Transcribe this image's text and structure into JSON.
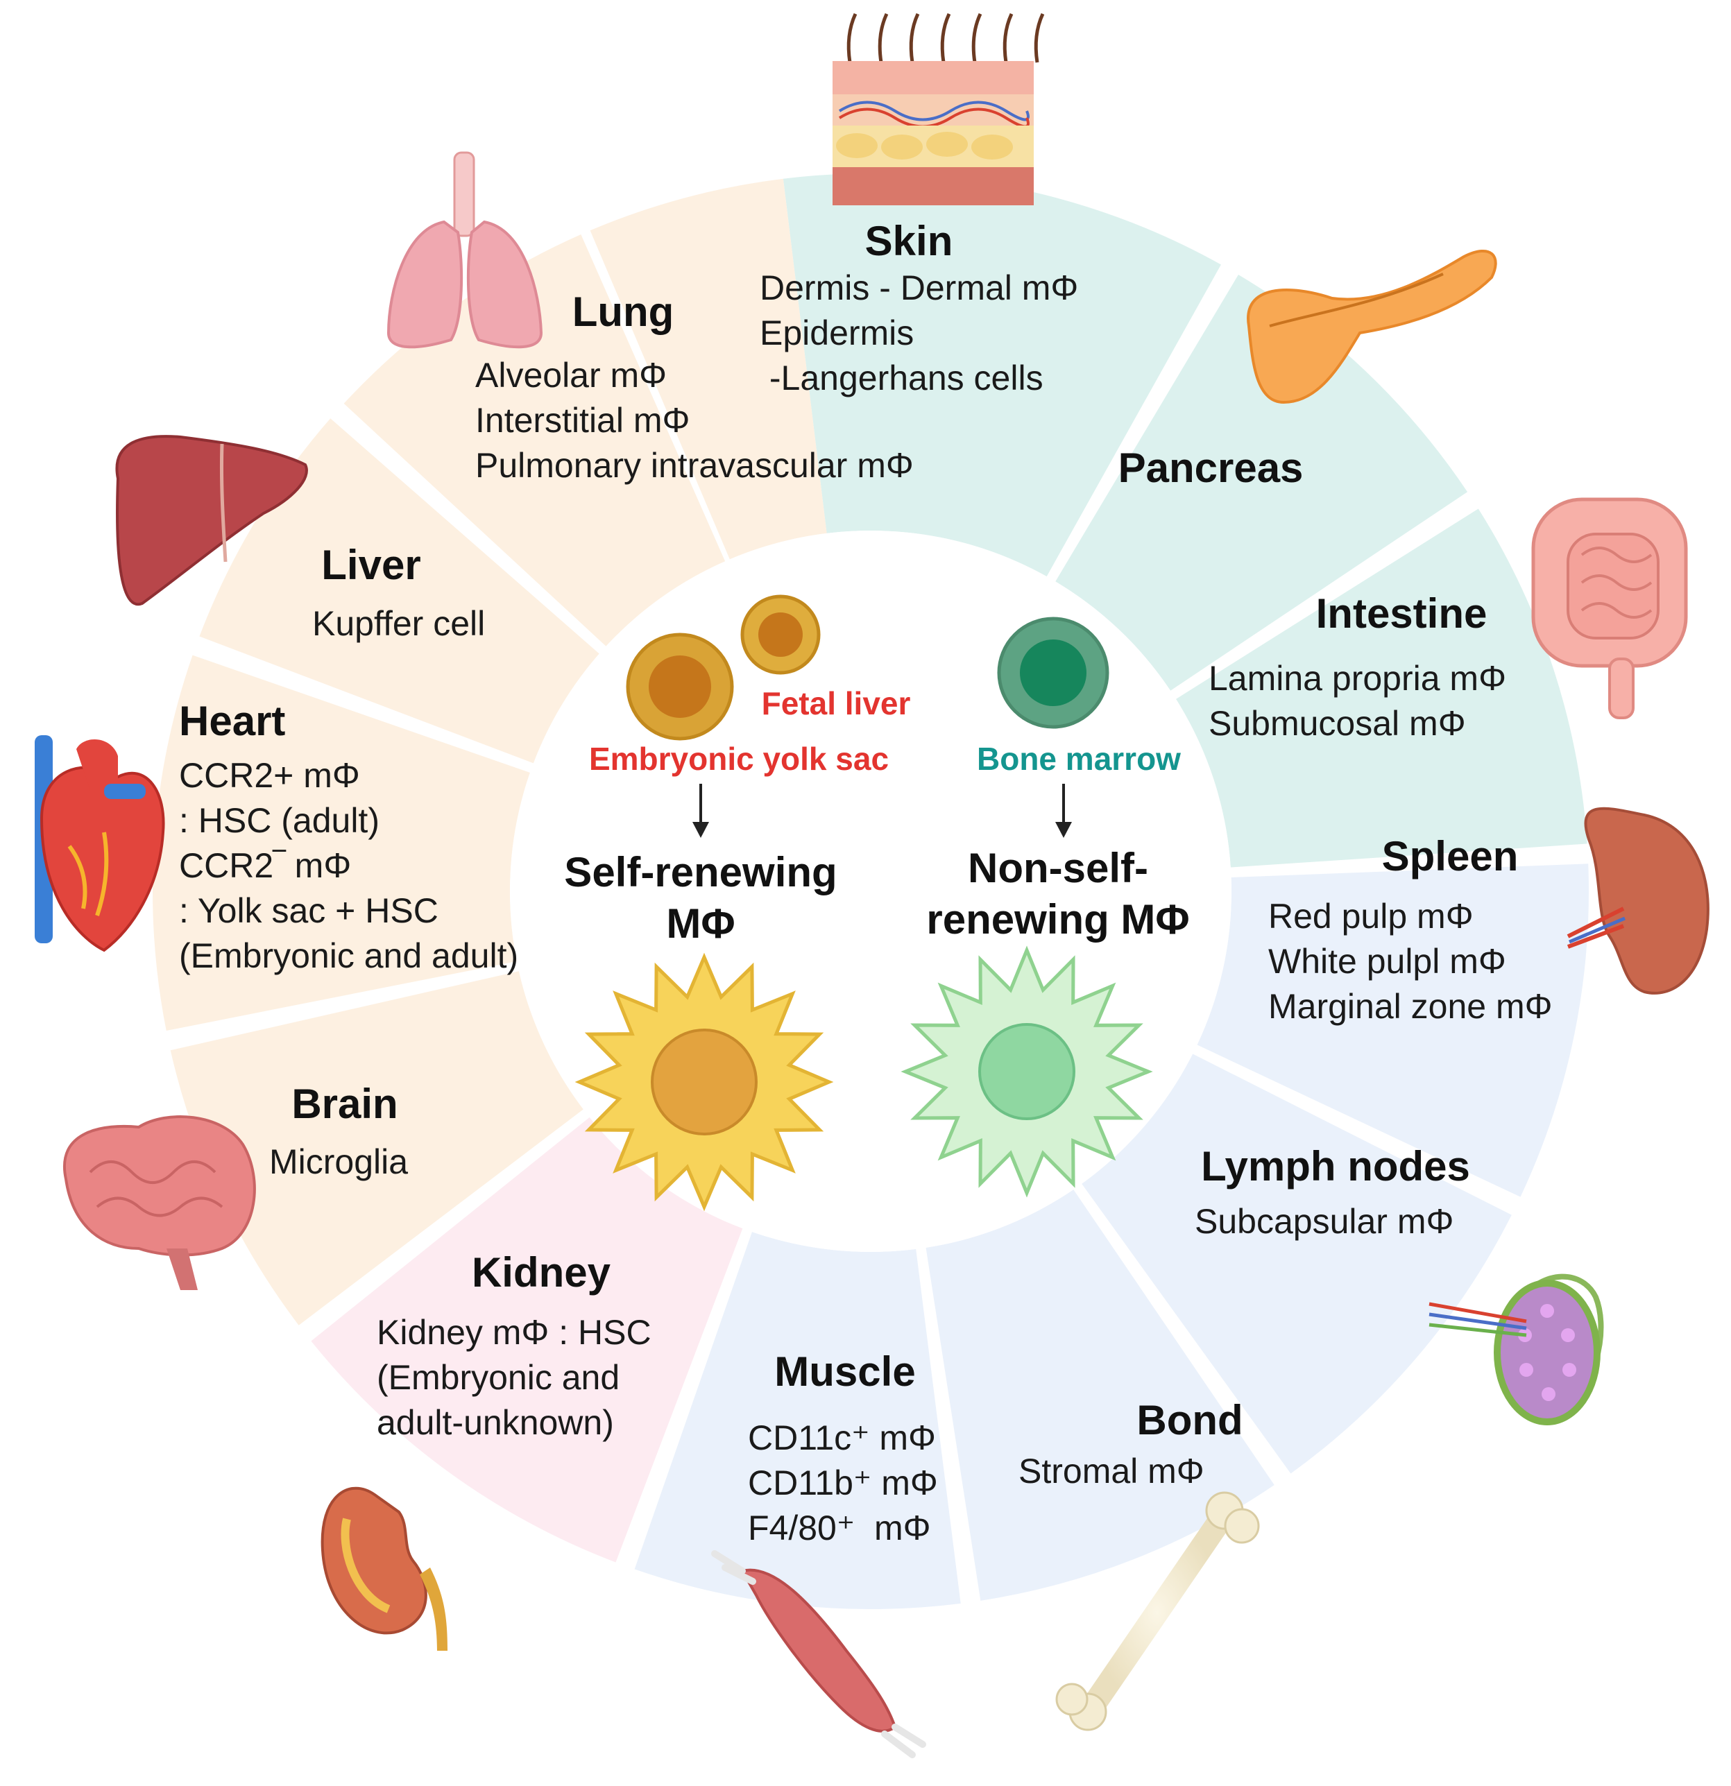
{
  "colors": {
    "embryonic_bg": "#fdf0e1",
    "bone_marrow_bg": "#dcf1ee",
    "blood_bg": "#eaf1fb",
    "kidney_bg": "#fdebf1",
    "red_label": "#e3342f",
    "teal_label": "#14958f",
    "yellow_cell": "#f7d35a",
    "green_cell": "#c9ecc9"
  },
  "center": {
    "fetal_liver": "Fetal liver",
    "yolk_sac": "Embryonic yolk sac",
    "bone_marrow": "Bone marrow",
    "self_renewing_line1": "Self-renewing",
    "self_renewing_line2": "MΦ",
    "non_self_line1": "Non-self-",
    "non_self_line2": "renewing MΦ"
  },
  "organs": {
    "skin": {
      "title": "Skin",
      "lines": [
        "Dermis - Dermal mΦ",
        "Epidermis",
        " -Langerhans cells"
      ]
    },
    "lung": {
      "title": "Lung",
      "lines": [
        "Alveolar mΦ",
        "Interstitial mΦ",
        "Pulmonary intravascular mΦ"
      ]
    },
    "pancreas": {
      "title": "Pancreas",
      "lines": []
    },
    "liver": {
      "title": "Liver",
      "lines": [
        "Kupffer cell"
      ]
    },
    "intestine": {
      "title": "Intestine",
      "lines": [
        "Lamina propria mΦ",
        "Submucosal mΦ"
      ]
    },
    "heart": {
      "title": "Heart",
      "lines": [
        "CCR2+ mΦ",
        ": HSC (adult)",
        "CCR2‾ mΦ",
        ": Yolk sac + HSC",
        "(Embryonic and adult)"
      ]
    },
    "spleen": {
      "title": "Spleen",
      "lines": [
        "Red pulp mΦ",
        "White pulpl mΦ",
        "Marginal zone mΦ"
      ]
    },
    "brain": {
      "title": "Brain",
      "lines": [
        "Microglia"
      ]
    },
    "lymph": {
      "title": "Lymph nodes",
      "lines": [
        "Subcapsular mΦ"
      ]
    },
    "kidney": {
      "title": "Kidney",
      "lines": [
        "Kidney mΦ : HSC",
        "(Embryonic and",
        "adult-unknown)"
      ]
    },
    "muscle": {
      "title": "Muscle",
      "lines": [
        "CD11c⁺ mΦ",
        "CD11b⁺ mΦ",
        "F4/80⁺  mΦ"
      ]
    },
    "bond": {
      "title": "Bond",
      "lines": [
        "Stromal mΦ"
      ]
    }
  },
  "icons": {
    "skin": "skin-layers-icon",
    "lung": "lungs-icon",
    "pancreas": "pancreas-icon",
    "liver": "liver-icon",
    "intestine": "intestine-icon",
    "heart": "heart-icon",
    "spleen": "spleen-icon",
    "brain": "brain-icon",
    "lymph": "lymph-node-icon",
    "kidney": "kidney-icon",
    "muscle": "muscle-icon",
    "bond": "bone-icon"
  }
}
